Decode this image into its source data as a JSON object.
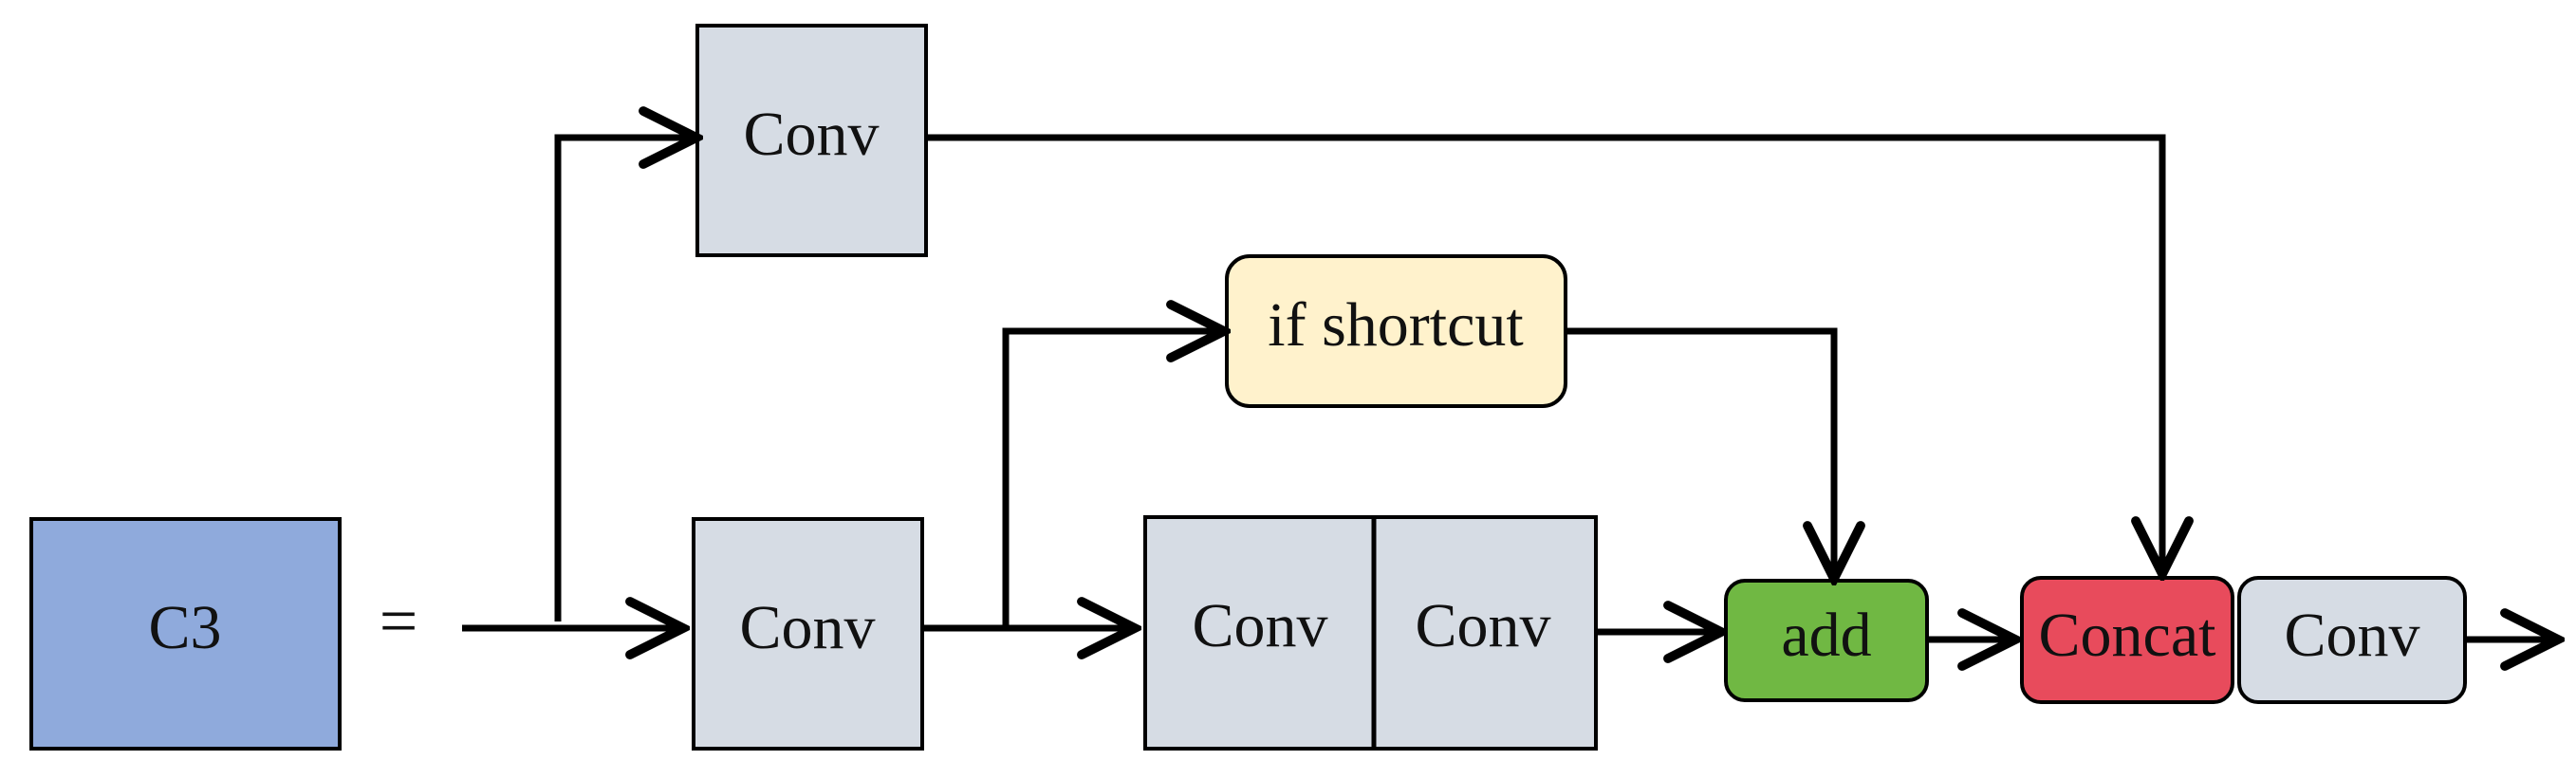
{
  "colors": {
    "c3": "#8faadc",
    "conv": "#d6dce4",
    "shortcut": "#fff2cc",
    "add": "#70b843",
    "concat": "#e84b5c",
    "stroke": "#000000"
  },
  "diagram": {
    "c3_label": "C3",
    "equals": "=",
    "conv_top": "Conv",
    "conv_main": "Conv",
    "shortcut": "if shortcut",
    "conv_pair_a": "Conv",
    "conv_pair_b": "Conv",
    "add": "add",
    "concat": "Concat",
    "conv_out": "Conv"
  }
}
